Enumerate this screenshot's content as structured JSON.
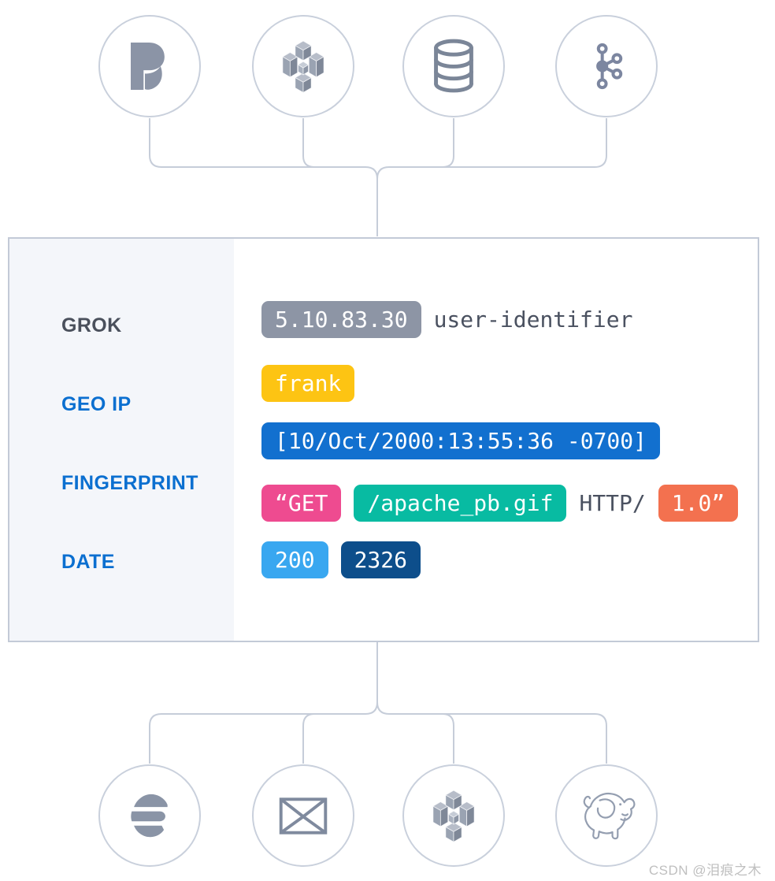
{
  "sources": [
    {
      "name": "beats",
      "icon": "beats-icon"
    },
    {
      "name": "aws-s3",
      "icon": "s3-bucket-icon"
    },
    {
      "name": "database",
      "icon": "database-icon"
    },
    {
      "name": "kafka",
      "icon": "kafka-icon"
    }
  ],
  "pipeline": {
    "processors": [
      {
        "label": "GROK",
        "color": "#4a505c"
      },
      {
        "label": "GEO IP",
        "color": "#0b6fd0"
      },
      {
        "label": "FINGERPRINT",
        "color": "#0b6fd0"
      },
      {
        "label": "DATE",
        "color": "#0b6fd0"
      }
    ],
    "log_rows": [
      {
        "tokens": [
          {
            "text": "5.10.83.30",
            "style": "gray",
            "color": "#8d95a5"
          },
          {
            "text": "user-identifier",
            "style": "plain",
            "color": "#4a5160"
          }
        ]
      },
      {
        "tokens": [
          {
            "text": "frank",
            "style": "yellow",
            "color": "#fdc413"
          }
        ]
      },
      {
        "tokens": [
          {
            "text": "[10/Oct/2000:13:55:36 -0700]",
            "style": "blue",
            "color": "#1270cf"
          }
        ]
      },
      {
        "tokens": [
          {
            "text": "“GET",
            "style": "pink",
            "color": "#ee4b90"
          },
          {
            "text": "/apache_pb.gif",
            "style": "teal",
            "color": "#08bba2"
          },
          {
            "text": "HTTP/",
            "style": "plain",
            "color": "#4a5160"
          },
          {
            "text": "1.0”",
            "style": "orange",
            "color": "#f3714f"
          }
        ]
      },
      {
        "tokens": [
          {
            "text": "200",
            "style": "lightblue",
            "color": "#39a7f0"
          },
          {
            "text": "2326",
            "style": "navy",
            "color": "#0d4e8b"
          }
        ]
      }
    ]
  },
  "destinations": [
    {
      "name": "elasticsearch",
      "icon": "elastic-icon"
    },
    {
      "name": "email",
      "icon": "envelope-icon"
    },
    {
      "name": "aws-s3",
      "icon": "s3-bucket-icon"
    },
    {
      "name": "hadoop",
      "icon": "hadoop-elephant-icon"
    }
  ],
  "watermark": "CSDN @泪痕之木",
  "colors": {
    "connector": "#c6cdd9",
    "node_border": "#c9d0dc",
    "box_border": "#c3cad7",
    "sidebar_bg": "#f4f6fa",
    "icon_slate": "#8b94a6",
    "label_blue": "#0b6fd0",
    "label_dark": "#4a505c"
  }
}
